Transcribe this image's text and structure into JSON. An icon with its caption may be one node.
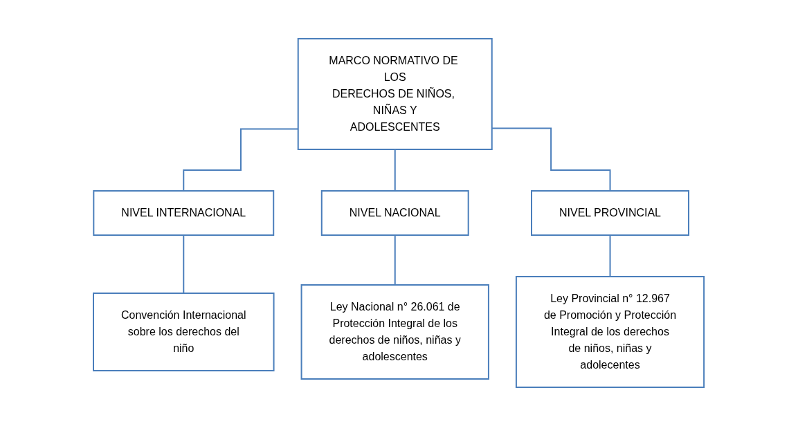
{
  "diagram": {
    "nodes": [
      {
        "text": [
          "MARCO NORMATIVO DE LOS DERECHOS DE NIÑOS, NIÑAS Y ADOLESCENTES"
        ]
      },
      {
        "text": [
          "NIVEL INTERNACIONAL"
        ]
      },
      {
        "text": [
          "NIVEL NACIONAL"
        ]
      },
      {
        "text": [
          "NIVEL PROVINCIAL"
        ]
      },
      {
        "text": [
          "Convención Internacional sobre los derechos del niño"
        ]
      },
      {
        "text": [
          "Ley Nacional n° 26.061 de Protección Integral de los derechos de niños, niñas y adolescentes"
        ]
      },
      {
        "text": [
          "Ley Provincial n° 12.967 de Promoción y Protección Integral de los derechos de niños, niñas y adolecentes"
        ]
      }
    ],
    "edges": [
      {
        "from": 0,
        "to": 1,
        "arrow": "none"
      },
      {
        "from": 0,
        "to": 2,
        "arrow": "none"
      },
      {
        "from": 0,
        "to": 3,
        "arrow": "none"
      },
      {
        "from": 1,
        "to": 4,
        "arrow": "none"
      },
      {
        "from": 2,
        "to": 5,
        "arrow": "none"
      },
      {
        "from": 3,
        "to": 6,
        "arrow": "none"
      }
    ]
  }
}
